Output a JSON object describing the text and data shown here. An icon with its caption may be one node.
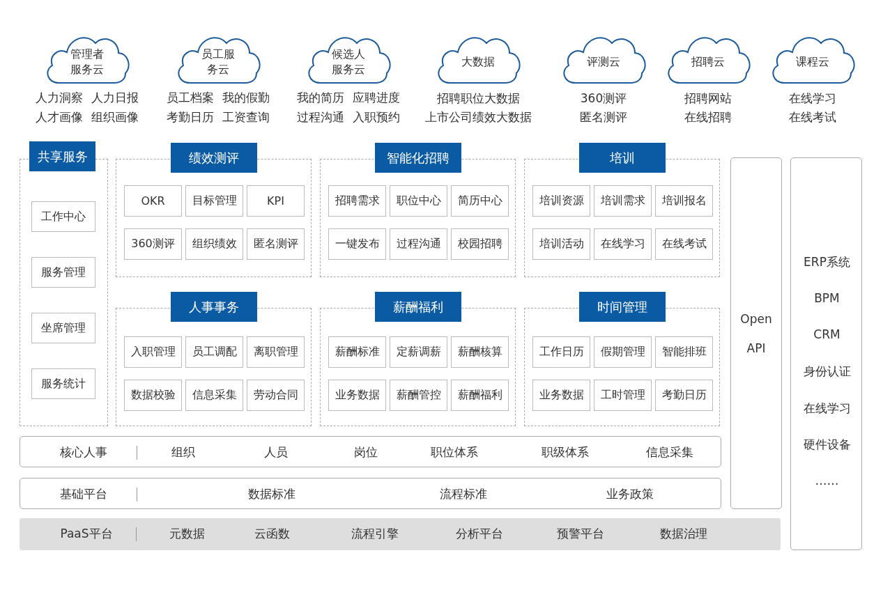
{
  "diagram": {
    "nodes": [
      {
        "text": [
          "管理者服务云"
        ],
        "beside": [
          "人力洞察",
          "人力日报",
          "人才画像",
          "组织画像"
        ]
      },
      {
        "text": [
          "员工服务云"
        ],
        "beside": [
          "员工档案",
          "我的假勤",
          "考勤日历",
          "工资查询"
        ]
      },
      {
        "text": [
          "候选人服务云"
        ],
        "beside": [
          "我的简历",
          "应聘进度",
          "过程沟通",
          "入职预约"
        ]
      },
      {
        "text": [
          "大数据"
        ],
        "beside": [
          "招聘职位大数据",
          "上市公司绩效大数据"
        ]
      },
      {
        "text": [
          "评测云"
        ],
        "beside": [
          "360测评",
          "匿名测评"
        ]
      },
      {
        "text": [
          "招聘云"
        ],
        "beside": [
          "招聘网站",
          "在线招聘"
        ]
      },
      {
        "text": [
          "课程云"
        ],
        "beside": [
          "在线学习",
          "在线考试"
        ]
      },
      {
        "text": [
          "共享服务"
        ]
      },
      {
        "text": [
          "工作中心"
        ],
        "in": 7
      },
      {
        "text": [
          "服务管理"
        ],
        "in": 7
      },
      {
        "text": [
          "坐席管理"
        ],
        "in": 7
      },
      {
        "text": [
          "服务统计"
        ],
        "in": 7
      },
      {
        "text": [
          "绩效测评"
        ]
      },
      {
        "text": [
          "OKR"
        ],
        "in": 12
      },
      {
        "text": [
          "目标管理"
        ],
        "in": 12
      },
      {
        "text": [
          "KPI"
        ],
        "in": 12
      },
      {
        "text": [
          "360测评"
        ],
        "in": 12
      },
      {
        "text": [
          "组织绩效"
        ],
        "in": 12
      },
      {
        "text": [
          "匿名测评"
        ],
        "in": 12
      },
      {
        "text": [
          "智能化招聘"
        ]
      },
      {
        "text": [
          "招聘需求"
        ],
        "in": 19
      },
      {
        "text": [
          "职位中心"
        ],
        "in": 19
      },
      {
        "text": [
          "简历中心"
        ],
        "in": 19
      },
      {
        "text": [
          "一键发布"
        ],
        "in": 19
      },
      {
        "text": [
          "过程沟通"
        ],
        "in": 19
      },
      {
        "text": [
          "校园招聘"
        ],
        "in": 19
      },
      {
        "text": [
          "培训"
        ]
      },
      {
        "text": [
          "培训资源"
        ],
        "in": 26
      },
      {
        "text": [
          "培训需求"
        ],
        "in": 26
      },
      {
        "text": [
          "培训报名"
        ],
        "in": 26
      },
      {
        "text": [
          "培训活动"
        ],
        "in": 26
      },
      {
        "text": [
          "在线学习"
        ],
        "in": 26
      },
      {
        "text": [
          "在线考试"
        ],
        "in": 26
      },
      {
        "text": [
          "人事事务"
        ]
      },
      {
        "text": [
          "入职管理"
        ],
        "in": 33
      },
      {
        "text": [
          "员工调配"
        ],
        "in": 33
      },
      {
        "text": [
          "离职管理"
        ],
        "in": 33
      },
      {
        "text": [
          "数据校验"
        ],
        "in": 33
      },
      {
        "text": [
          "信息采集"
        ],
        "in": 33
      },
      {
        "text": [
          "劳动合同"
        ],
        "in": 33
      },
      {
        "text": [
          "薪酬福利"
        ]
      },
      {
        "text": [
          "薪酬标准"
        ],
        "in": 40
      },
      {
        "text": [
          "定薪调薪"
        ],
        "in": 40
      },
      {
        "text": [
          "薪酬核算"
        ],
        "in": 40
      },
      {
        "text": [
          "业务数据"
        ],
        "in": 40
      },
      {
        "text": [
          "薪酬管控"
        ],
        "in": 40
      },
      {
        "text": [
          "薪酬福利"
        ],
        "in": 40
      },
      {
        "text": [
          "时间管理"
        ]
      },
      {
        "text": [
          "工作日历"
        ],
        "in": 47
      },
      {
        "text": [
          "假期管理"
        ],
        "in": 47
      },
      {
        "text": [
          "智能排班"
        ],
        "in": 47
      },
      {
        "text": [
          "业务数据"
        ],
        "in": 47
      },
      {
        "text": [
          "工时管理"
        ],
        "in": 47
      },
      {
        "text": [
          "考勤日历"
        ],
        "in": 47
      },
      {
        "text": [
          "核心人事",
          "组织",
          "人员",
          "岗位",
          "职位体系",
          "职级体系",
          "信息采集"
        ]
      },
      {
        "text": [
          "基础平台",
          "数据标准",
          "流程标准",
          "业务政策"
        ]
      },
      {
        "text": [
          "PaaS平台",
          "元数据",
          "云函数",
          "流程引擎",
          "分析平台",
          "预警平台",
          "数据治理"
        ]
      },
      {
        "text": [
          "Open API"
        ]
      },
      {
        "text": [
          "ERP系统",
          "BPM",
          "CRM",
          "身份认证",
          "在线学习",
          "硬件设备",
          "……"
        ]
      }
    ]
  }
}
